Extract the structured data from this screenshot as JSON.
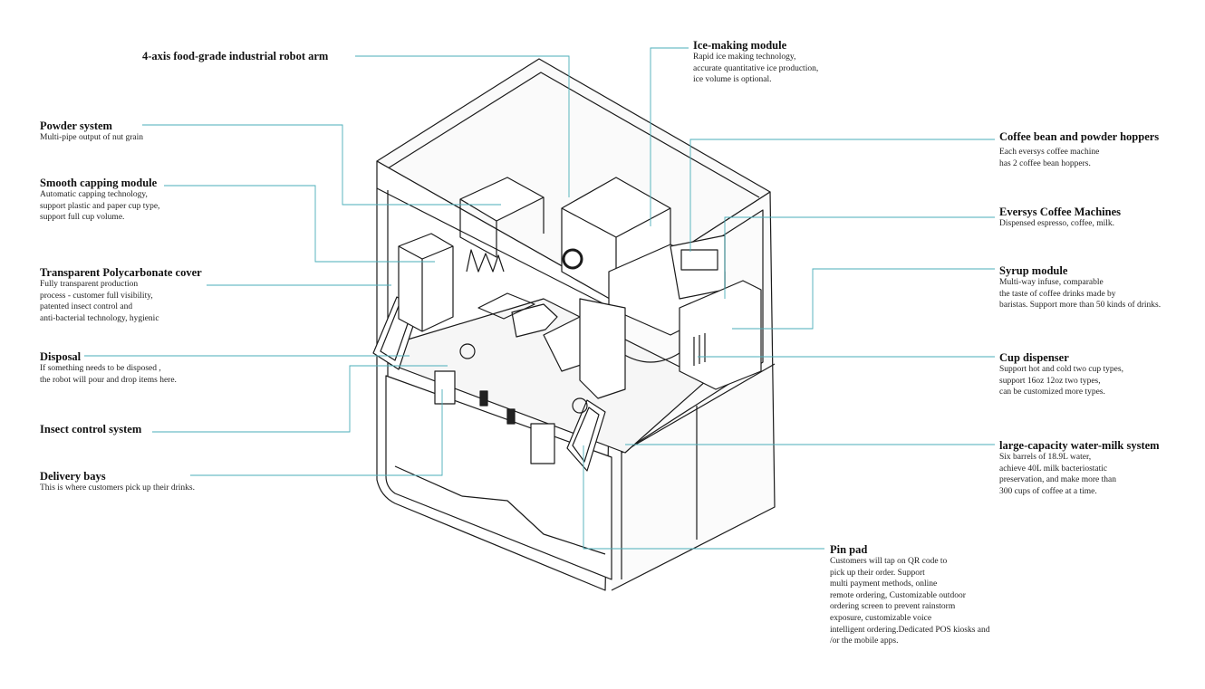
{
  "accent_color": "#4aaeb9",
  "labels": [
    {
      "id": "robot-arm",
      "title": "4-axis food-grade industrial robot arm",
      "lines": []
    },
    {
      "id": "powder",
      "title": "Powder system",
      "lines": [
        "Multi-pipe output of nut grain"
      ]
    },
    {
      "id": "capping",
      "title": "Smooth capping module",
      "lines": [
        "Automatic capping technology,",
        "support plastic and paper cup type,",
        "support full cup volume."
      ]
    },
    {
      "id": "cover",
      "title": "Transparent Polycarbonate cover",
      "lines": [
        "Fully transparent production",
        "process - customer full visibility,",
        "patented insect control and",
        "anti-bacterial technology, hygienic"
      ]
    },
    {
      "id": "disposal",
      "title": "Disposal",
      "lines": [
        "If something needs to be disposed ,",
        "the robot will pour and drop items here."
      ]
    },
    {
      "id": "insect",
      "title": "Insect control system",
      "lines": []
    },
    {
      "id": "delivery",
      "title": "Delivery bays",
      "lines": [
        "This is where customers pick up their drinks."
      ]
    },
    {
      "id": "ice",
      "title": "Ice-making module",
      "lines": [
        "Rapid ice making technology,",
        "accurate quantitative ice production,",
        "ice volume is optional."
      ]
    },
    {
      "id": "hoppers",
      "title": "Coffee bean and powder hoppers",
      "lines": [
        "Each eversys  coffee machine",
        "has 2 coffee bean hoppers."
      ]
    },
    {
      "id": "eversys",
      "title": "Eversys  Coffee Machines",
      "lines": [
        "Dispensed espresso, coffee, milk."
      ]
    },
    {
      "id": "syrup",
      "title": "Syrup module",
      "lines": [
        "Multi-way infuse, comparable",
        "the taste of coffee drinks made by",
        "baristas. Support more than 50 kinds of drinks."
      ]
    },
    {
      "id": "cup",
      "title": "Cup dispenser",
      "lines": [
        "Support hot and cold two cup types,",
        "support 16oz 12oz two types,",
        "can be customized more types."
      ]
    },
    {
      "id": "water",
      "title": "large-capacity water-milk system",
      "lines": [
        "Six barrels of 18.9L water,",
        "achieve 40L milk  bacteriostatic",
        "preservation, and make more than",
        "300 cups of coffee at a time."
      ]
    },
    {
      "id": "pinpad",
      "title": "Pin pad",
      "lines": [
        "Customers will tap on QR code to",
        "pick up their order. Support",
        "multi payment methods, online",
        "remote ordering, Customizable outdoor",
        "ordering screen to prevent rainstorm",
        "exposure, customizable voice",
        "intelligent ordering.Dedicated POS kiosks and",
        "/or the mobile apps."
      ]
    }
  ]
}
